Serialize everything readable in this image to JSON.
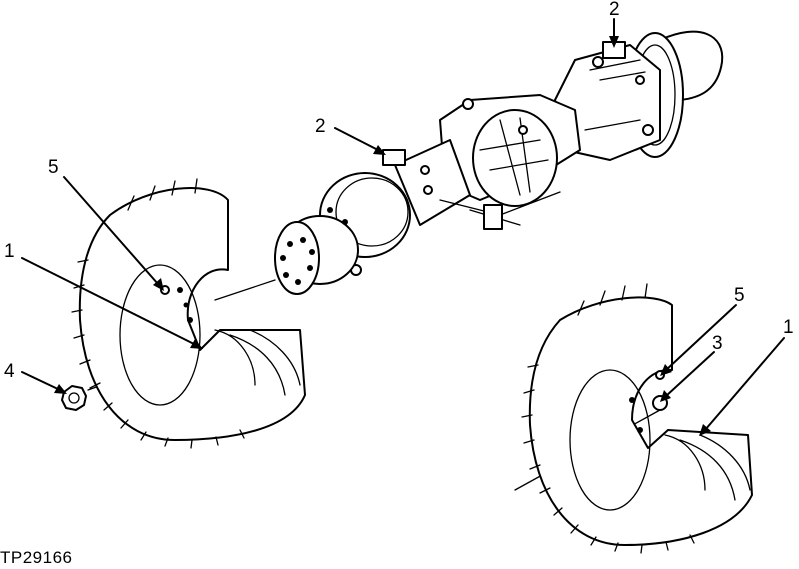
{
  "callouts": {
    "c1": "1",
    "c2": "2",
    "c3": "3",
    "c4": "4",
    "c5": "5"
  },
  "figure_ref": "TP29166"
}
